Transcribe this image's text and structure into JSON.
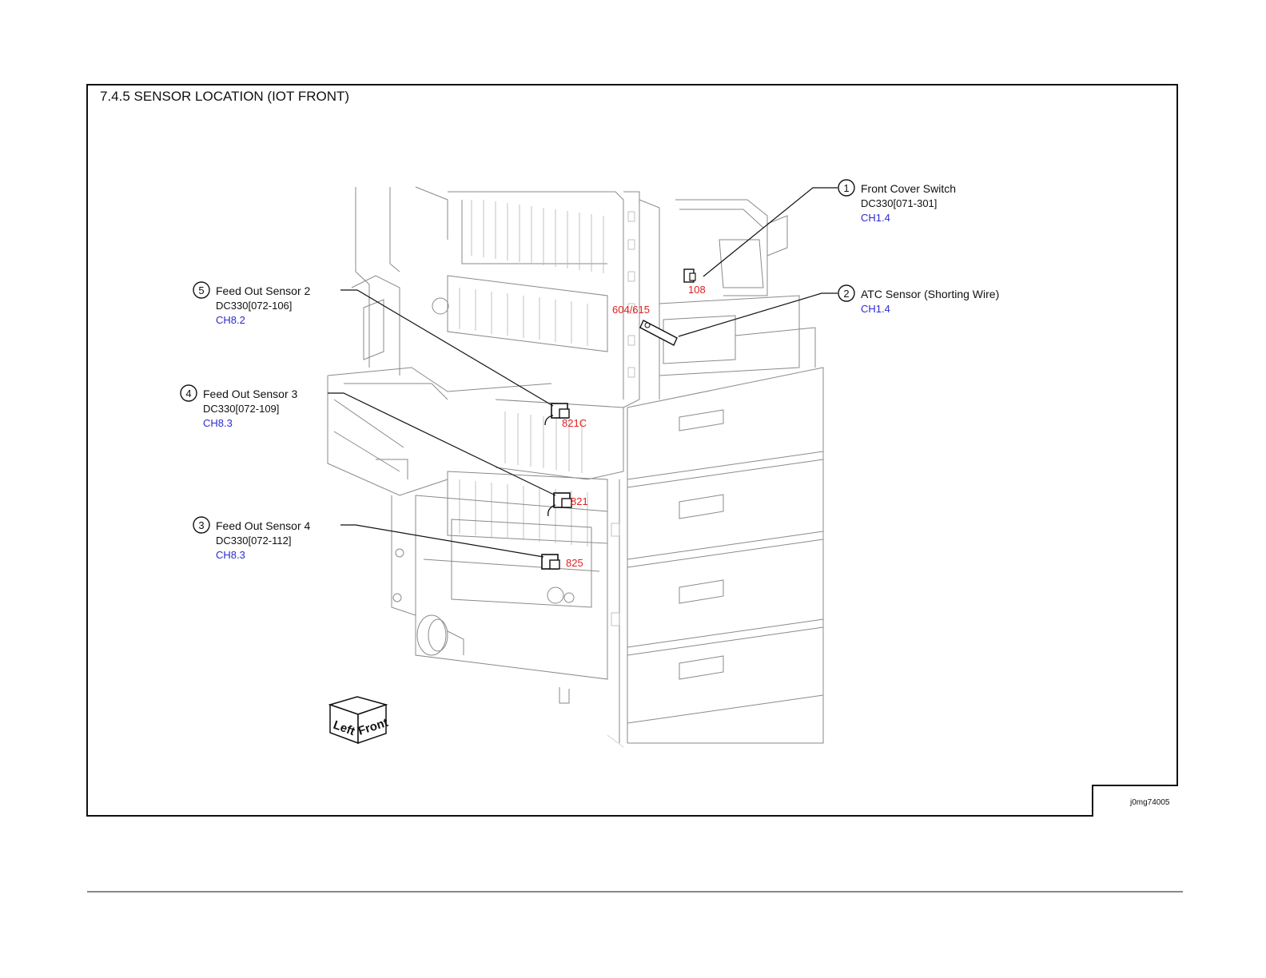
{
  "page": {
    "title": "7.4.5 SENSOR LOCATION (IOT FRONT)",
    "image_id": "j0mg74005"
  },
  "callouts": [
    {
      "num": "1",
      "name": "Front Cover Switch",
      "code": "DC330[071-301]",
      "ref": "CH1.4"
    },
    {
      "num": "2",
      "name": "ATC Sensor (Shorting Wire)",
      "code": "",
      "ref": "CH1.4"
    },
    {
      "num": "3",
      "name": "Feed Out Sensor 4",
      "code": "DC330[072-112]",
      "ref": "CH8.3"
    },
    {
      "num": "4",
      "name": "Feed Out Sensor 3",
      "code": "DC330[072-109]",
      "ref": "CH8.3"
    },
    {
      "num": "5",
      "name": "Feed Out Sensor 2",
      "code": "DC330[072-106]",
      "ref": "CH8.2"
    }
  ],
  "part_labels": {
    "p108": "108",
    "p604": "604/615",
    "p821c": "821C",
    "p821": "821",
    "p825": "825"
  },
  "orientation_cube": {
    "left": "Left",
    "front": "Front"
  },
  "colors": {
    "ref": "#2b2bcf",
    "part": "#e02020",
    "line": "#111111"
  }
}
